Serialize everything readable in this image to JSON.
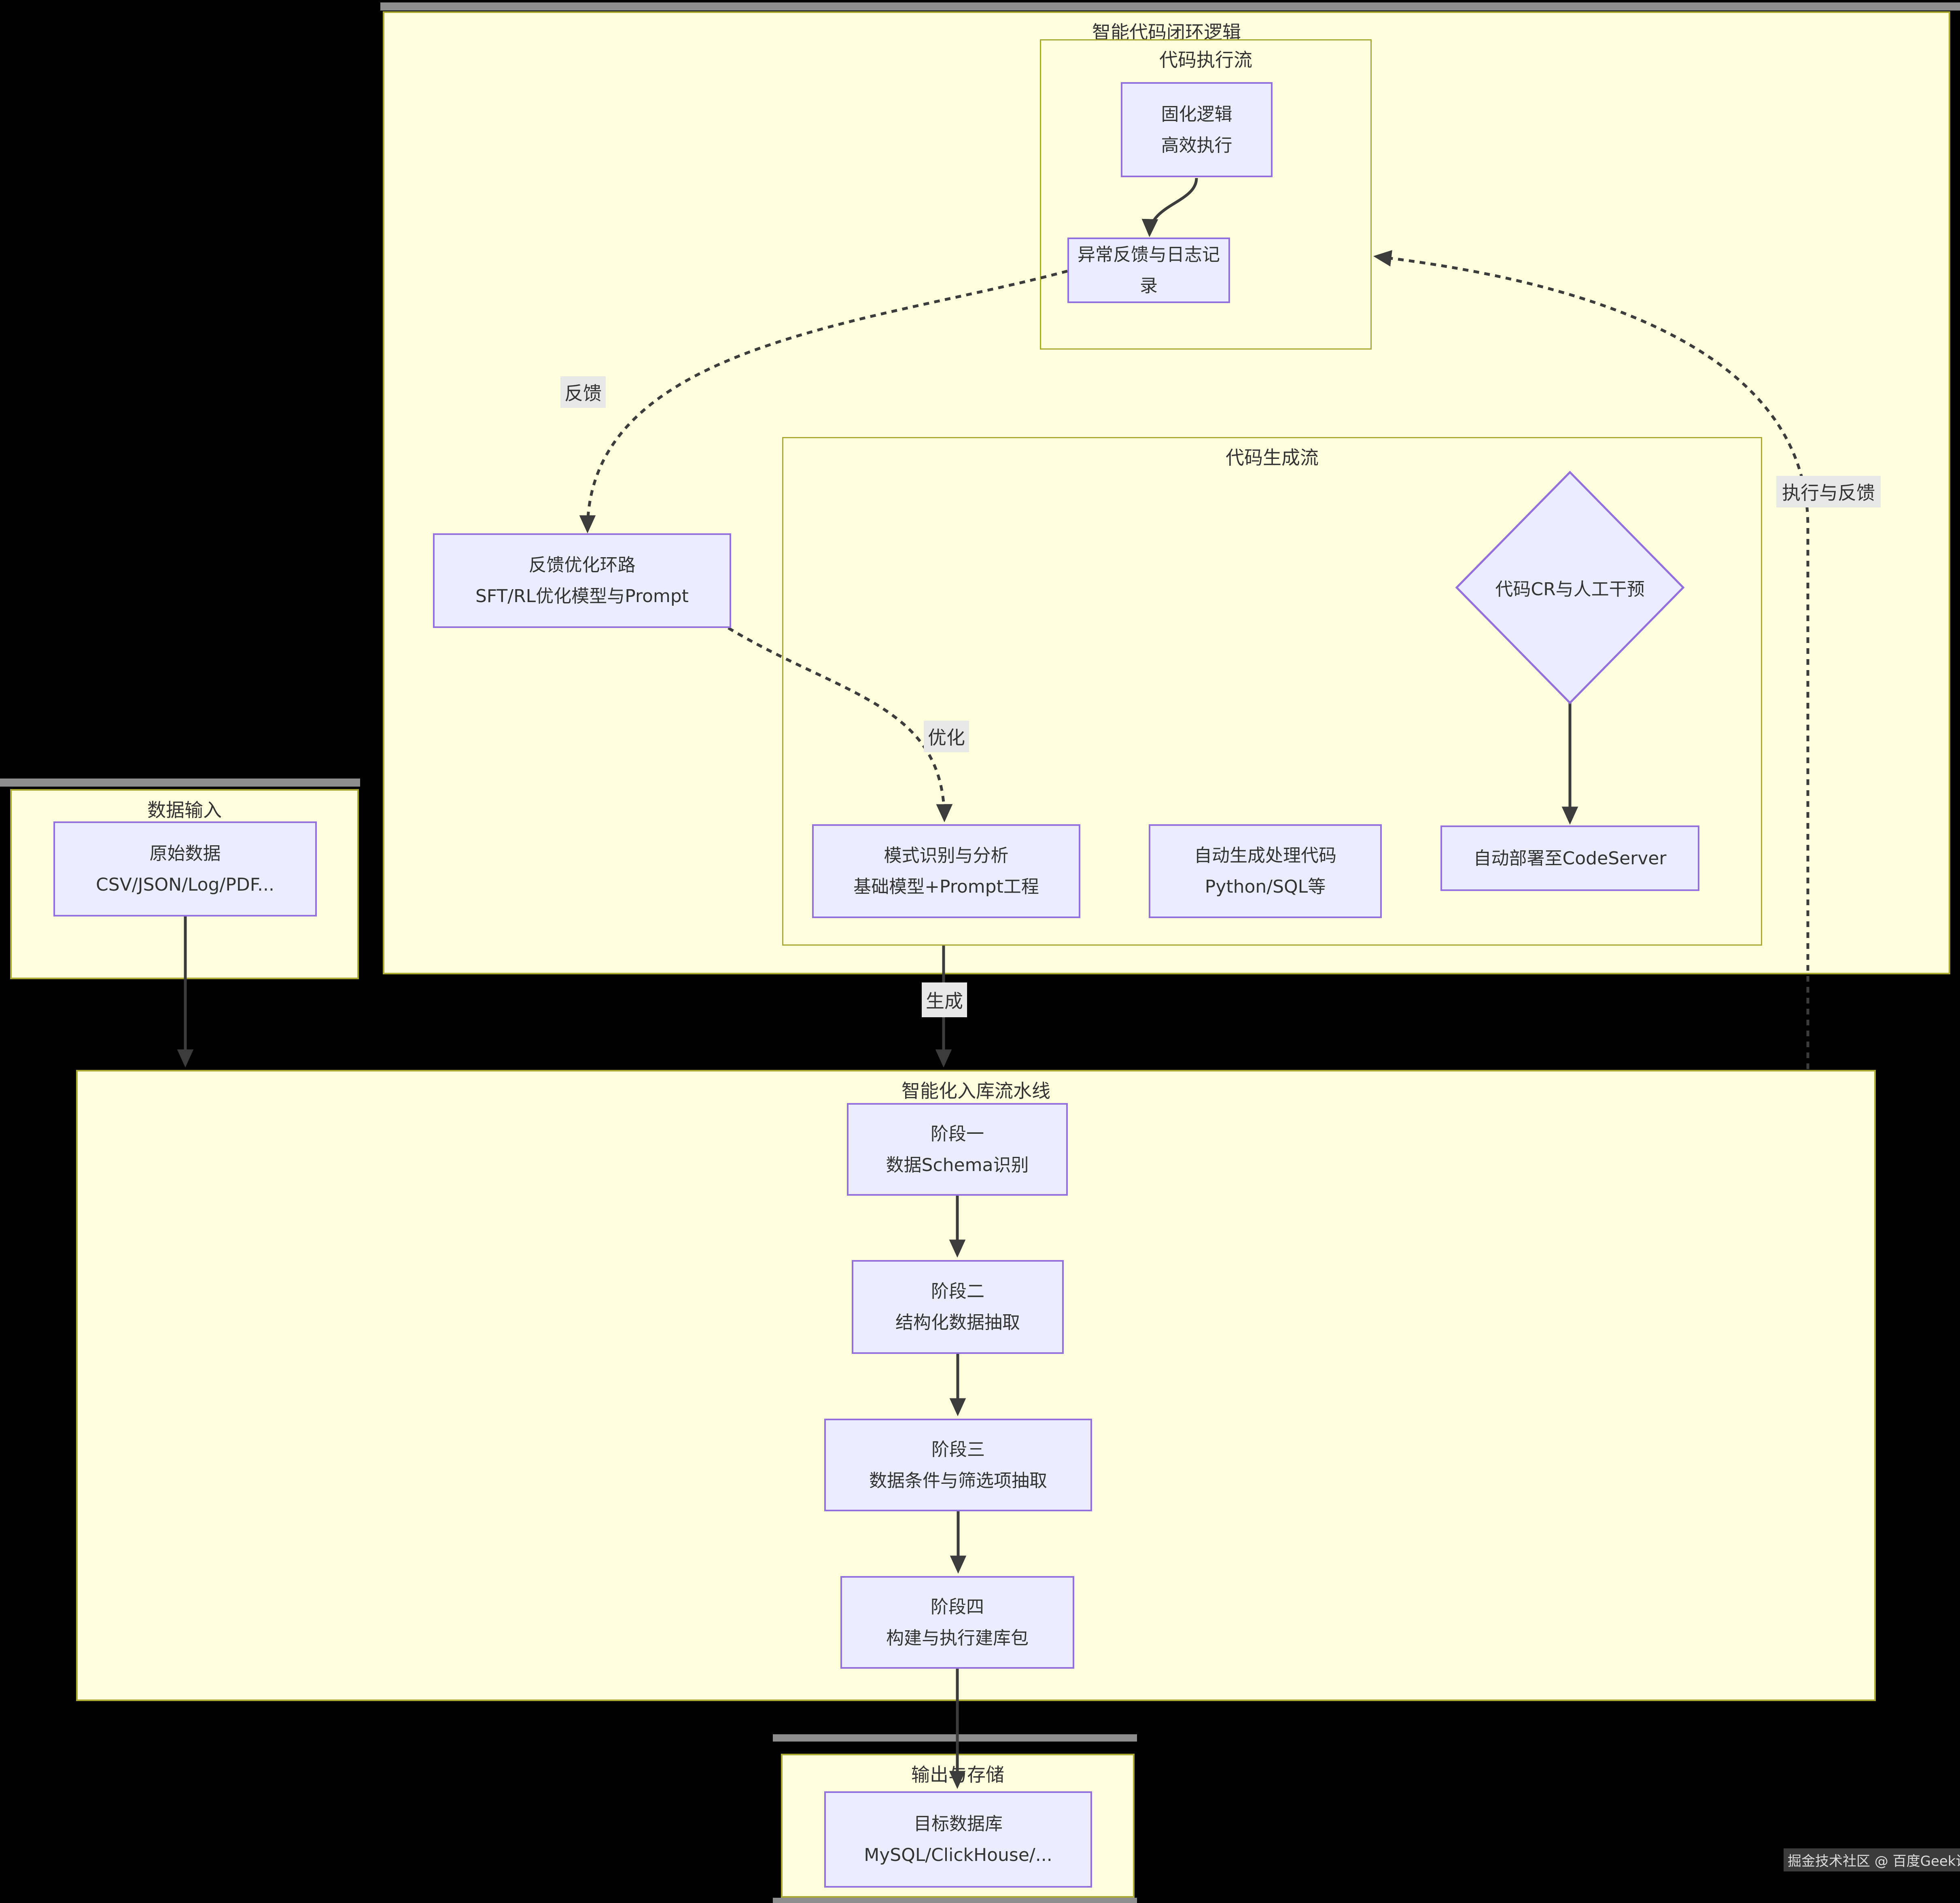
{
  "diagram": {
    "type": "flowchart",
    "background": "#000000",
    "colors": {
      "container_fill": "#ffffde",
      "container_border": "#aaaa33",
      "node_fill": "#ECECFF",
      "node_border": "#9370DB",
      "text": "#333333",
      "edge": "#3c3c3c",
      "edge_label_bg": "#e8e8e8"
    },
    "containers": {
      "closed_loop": {
        "title": "智能代码闭环逻辑"
      },
      "exec_flow": {
        "title": "代码执行流"
      },
      "gen_flow": {
        "title": "代码生成流"
      },
      "data_input": {
        "title": "数据输入"
      },
      "pipeline": {
        "title": "智能化入库流水线"
      },
      "output": {
        "title": "输出与存储"
      }
    },
    "nodes": {
      "solidified": {
        "line1": "固化逻辑",
        "line2": "高效执行"
      },
      "exception": {
        "line1": "异常反馈与日志记录"
      },
      "feedback_loop": {
        "line1": "反馈优化环路",
        "line2": "SFT/RL优化模型与Prompt"
      },
      "cr_diamond": {
        "line1": "代码CR与人工干预"
      },
      "pattern": {
        "line1": "模式识别与分析",
        "line2": "基础模型+Prompt工程"
      },
      "autogen": {
        "line1": "自动生成处理代码",
        "line2": "Python/SQL等"
      },
      "deploy": {
        "line1": "自动部署至CodeServer"
      },
      "raw_data": {
        "line1": "原始数据",
        "line2": "CSV/JSON/Log/PDF..."
      },
      "stage1": {
        "line1": "阶段一",
        "line2": "数据Schema识别"
      },
      "stage2": {
        "line1": "阶段二",
        "line2": "结构化数据抽取"
      },
      "stage3": {
        "line1": "阶段三",
        "line2": "数据条件与筛选项抽取"
      },
      "stage4": {
        "line1": "阶段四",
        "line2": "构建与执行建库包"
      },
      "target_db": {
        "line1": "目标数据库",
        "line2": "MySQL/ClickHouse/..."
      }
    },
    "edge_labels": {
      "feedback": "反馈",
      "optimize": "优化",
      "generate": "生成",
      "exec_feedback": "执行与反馈"
    },
    "watermark": "掘金技术社区 @ 百度Geek说"
  }
}
